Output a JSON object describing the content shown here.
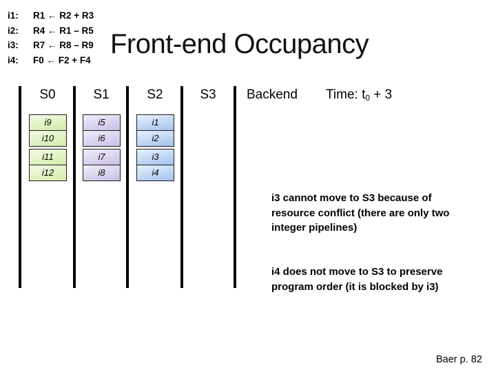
{
  "title": "Front-end Occupancy",
  "instructions": [
    {
      "label": "i1:",
      "expr": "R1 ← R2 + R3"
    },
    {
      "label": "i2:",
      "expr": "R4 ← R1 – R5"
    },
    {
      "label": "i3:",
      "expr": "R7 ← R8 – R9"
    },
    {
      "label": "i4:",
      "expr": "F0 ← F2 + F4"
    }
  ],
  "pipeline": {
    "backend_label": "Backend",
    "time": {
      "prefix": "Time: t",
      "subscript": "0",
      "suffix": " + 3"
    },
    "columns": [
      {
        "stage": "S0",
        "cells": [
          "i9",
          "i10",
          "i11",
          "i12"
        ]
      },
      {
        "stage": "S1",
        "cells": [
          "i5",
          "i6",
          "i7",
          "i8"
        ]
      },
      {
        "stage": "S2",
        "cells": [
          "i1",
          "i2",
          "i3",
          "i4"
        ]
      },
      {
        "stage": "S3",
        "cells": []
      }
    ]
  },
  "notes": [
    {
      "lines": [
        "i3 cannot move to S3 because of",
        "resource conflict (there are only two",
        "integer pipelines)"
      ]
    },
    {
      "lines": [
        "i4 does not move to S3 to preserve",
        "program order (it is blocked by i3)"
      ]
    }
  ],
  "footer": "Baer p. 82",
  "colors": {
    "text": "#000000",
    "bar": "#000000",
    "cell_border": "#1a1a1a",
    "s0_cell_top": "#f4fae8",
    "s0_cell_bottom": "#d2eca6",
    "s1_cell_top": "#f1eefa",
    "s1_cell_bottom": "#c9bee6",
    "s2_cell_top": "#e9f1fc",
    "s2_cell_bottom": "#a3c2ee"
  }
}
